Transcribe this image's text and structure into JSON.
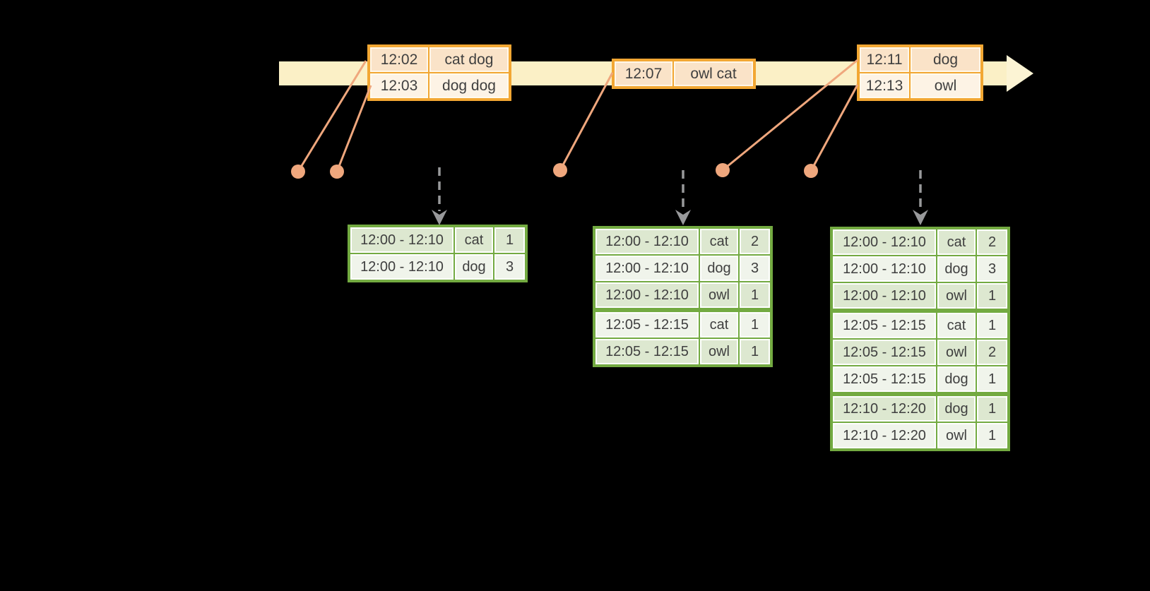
{
  "colors": {
    "background": "#000000",
    "timeline_band": "#FBF0C6",
    "timeline_arrowhead": "#FCF4D4",
    "event_table_border": "#F2A733",
    "event_row_fill_peach": "#FAE3C8",
    "event_row_fill_cream": "#FDF3E5",
    "connector_salmon": "#EFA77D",
    "trigger_arrow_gray": "#98999B",
    "result_table_border": "#73AA41",
    "result_row_fill_dark": "#DDE8D0",
    "result_row_fill_light": "#F0F4EB",
    "text": "#3F3F3F"
  },
  "event_tables": [
    {
      "rows": [
        {
          "time": "12:02",
          "words": "cat dog"
        },
        {
          "time": "12:03",
          "words": "dog dog"
        }
      ]
    },
    {
      "rows": [
        {
          "time": "12:07",
          "words": "owl cat"
        }
      ]
    },
    {
      "rows": [
        {
          "time": "12:11",
          "words": "dog"
        },
        {
          "time": "12:13",
          "words": "owl"
        }
      ]
    }
  ],
  "result_tables": [
    {
      "rows": [
        {
          "window": "12:00 - 12:10",
          "word": "cat",
          "count": "1"
        },
        {
          "window": "12:00 - 12:10",
          "word": "dog",
          "count": "3"
        }
      ]
    },
    {
      "rows": [
        {
          "window": "12:00 - 12:10",
          "word": "cat",
          "count": "2"
        },
        {
          "window": "12:00 - 12:10",
          "word": "dog",
          "count": "3"
        },
        {
          "window": "12:00 - 12:10",
          "word": "owl",
          "count": "1"
        },
        {
          "window": "12:05 - 12:15",
          "word": "cat",
          "count": "1"
        },
        {
          "window": "12:05 - 12:15",
          "word": "owl",
          "count": "1"
        }
      ]
    },
    {
      "rows": [
        {
          "window": "12:00 - 12:10",
          "word": "cat",
          "count": "2"
        },
        {
          "window": "12:00 - 12:10",
          "word": "dog",
          "count": "3"
        },
        {
          "window": "12:00 - 12:10",
          "word": "owl",
          "count": "1"
        },
        {
          "window": "12:05 - 12:15",
          "word": "cat",
          "count": "1"
        },
        {
          "window": "12:05 - 12:15",
          "word": "owl",
          "count": "2"
        },
        {
          "window": "12:05 - 12:15",
          "word": "dog",
          "count": "1"
        },
        {
          "window": "12:10 - 12:20",
          "word": "dog",
          "count": "1"
        },
        {
          "window": "12:10 - 12:20",
          "word": "owl",
          "count": "1"
        }
      ]
    }
  ]
}
